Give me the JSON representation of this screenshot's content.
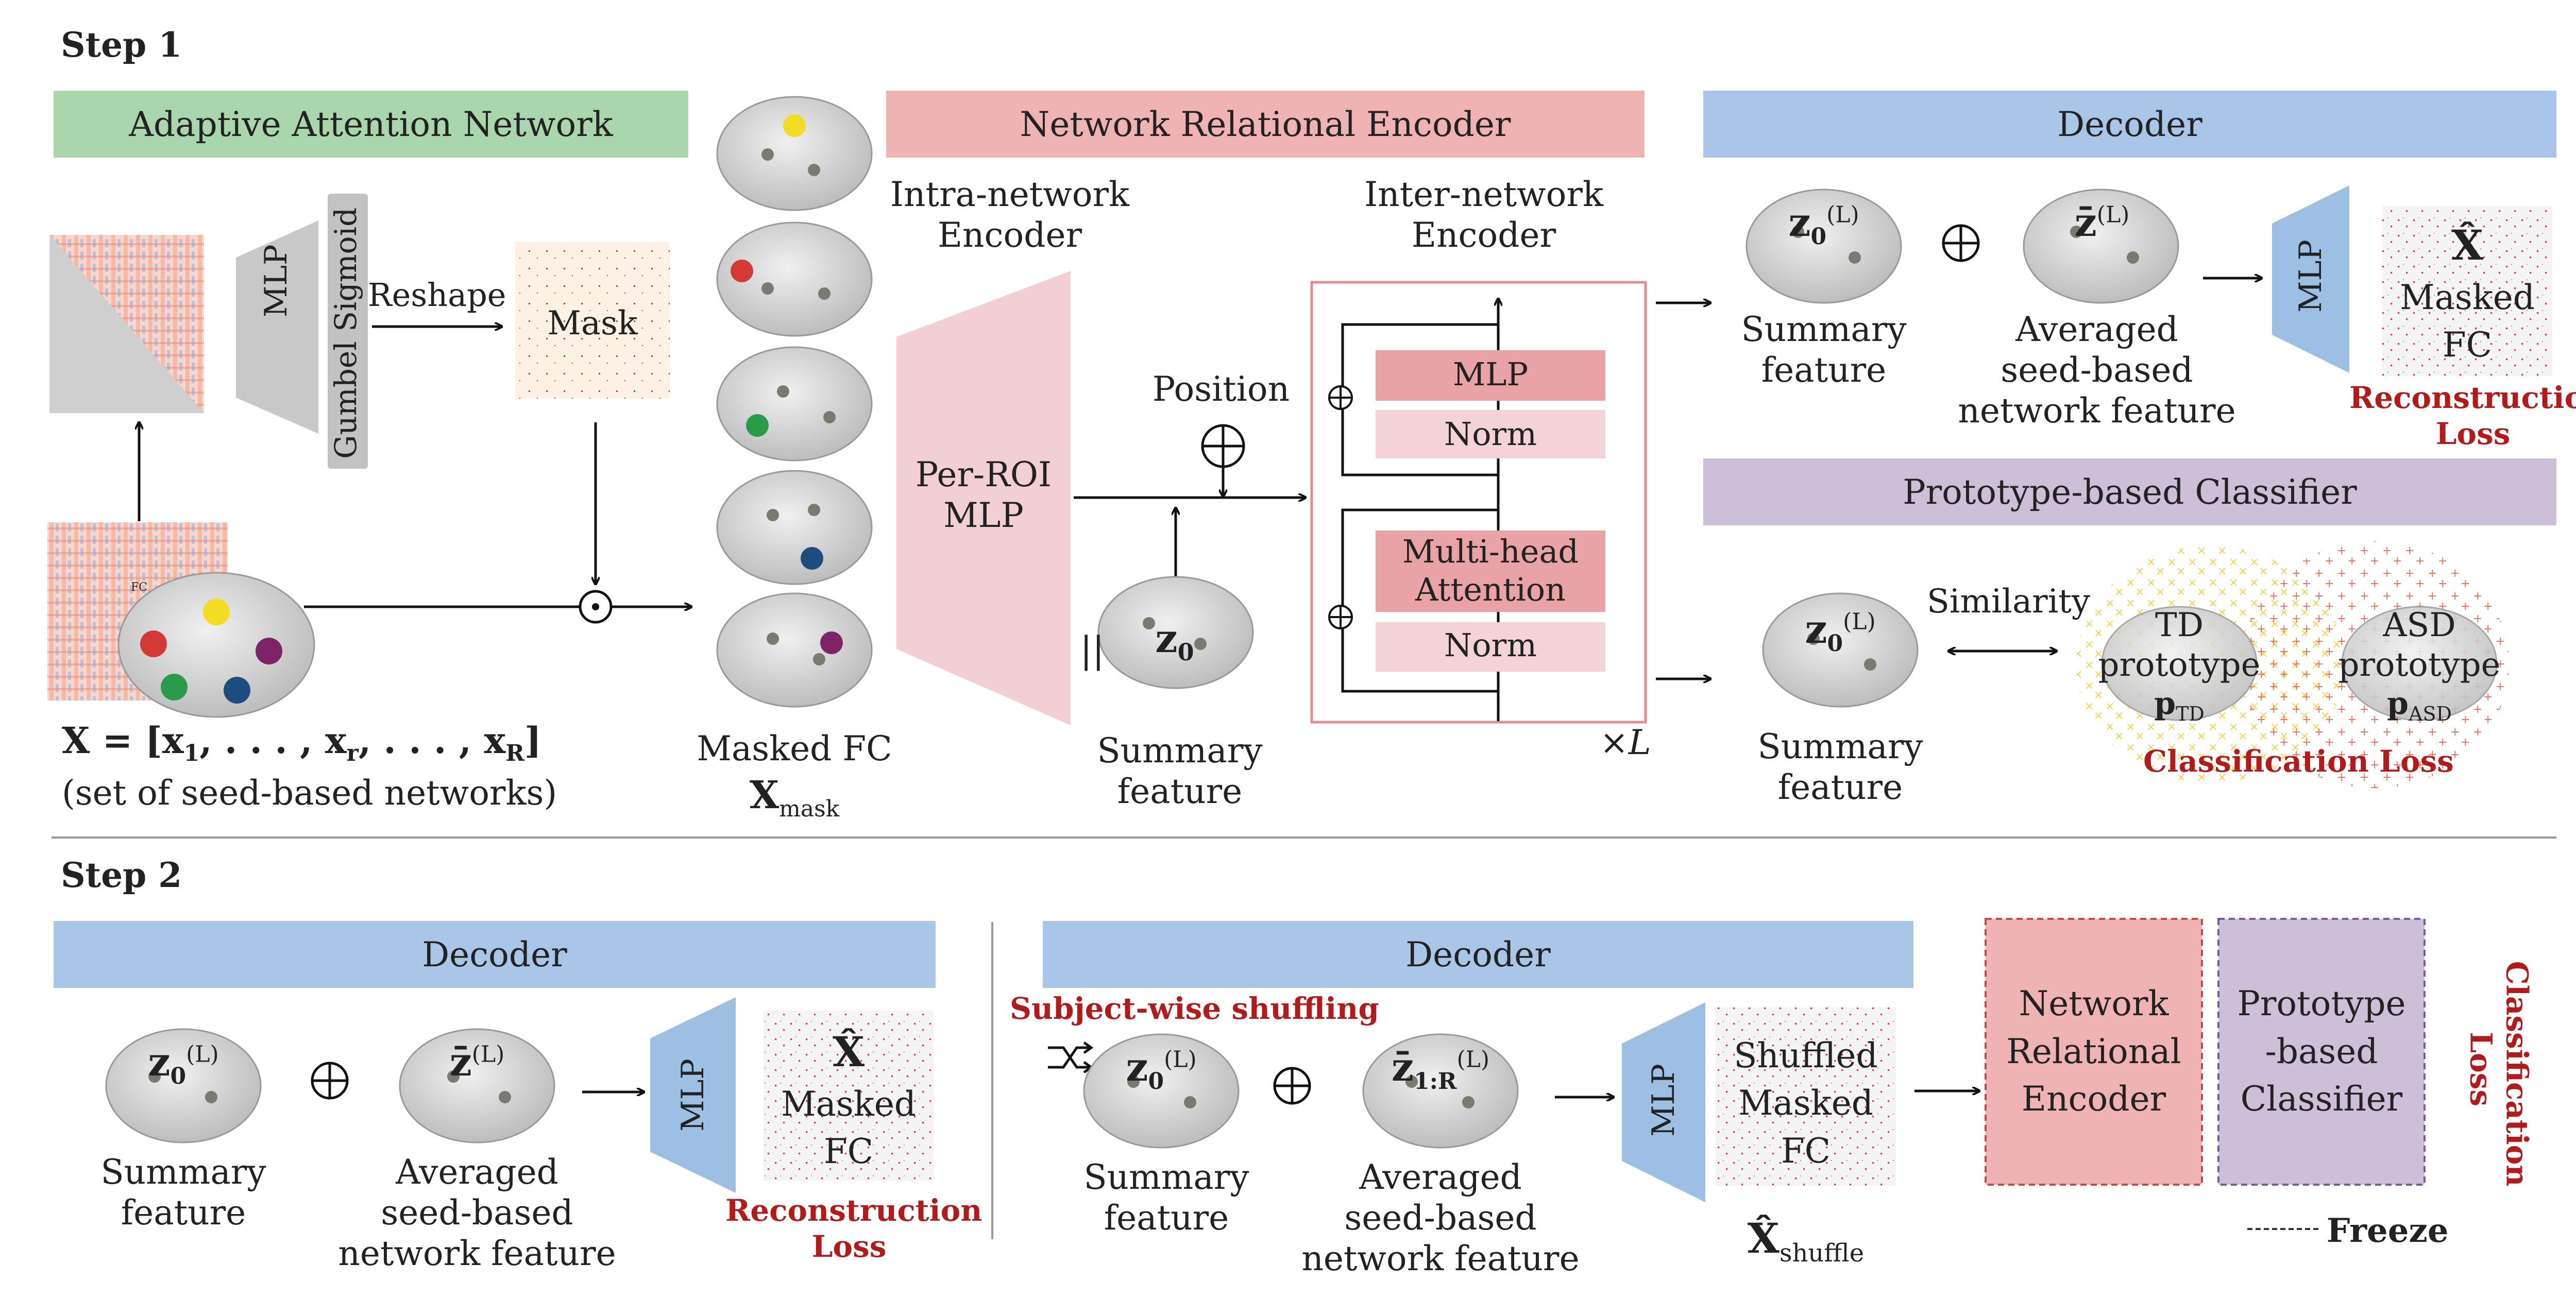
{
  "step1": {
    "label": "Step 1",
    "aan": "Adaptive Attention Network",
    "nre": "Network Relational Encoder",
    "decoder": "Decoder",
    "classifier": "Prototype-based Classifier",
    "mlp": "MLP",
    "gumbel": "Gumbel Sigmoid",
    "reshape": "Reshape",
    "mask": "Mask",
    "fc_small": "FC",
    "x_eq": "X = [x₁, . . . , xᵣ, . . . , x_R]",
    "x_eq_parts": {
      "a": "X = [x",
      "b": "1",
      "c": ", . . . , x",
      "d": "r",
      "e": ", . . . , x",
      "f": "R",
      "g": "]"
    },
    "x_caption": "(set of seed-based networks)",
    "masked_fc": "Masked FC",
    "x_mask": {
      "base": "X",
      "sub": "mask"
    },
    "intra_1": "Intra-network",
    "intra_2": "Encoder",
    "inter_1": "Inter-network",
    "inter_2": "Encoder",
    "per_roi_1": "Per-ROI",
    "per_roi_2": "MLP",
    "position": "Position",
    "concat": "||",
    "z0": {
      "base": "z",
      "sub": "0"
    },
    "summary_1": "Summary",
    "summary_2": "feature",
    "tf_mlp": "MLP",
    "tf_norm": "Norm",
    "tf_mha_1": "Multi-head",
    "tf_mha_2": "Attention",
    "times_l": "×L",
    "z0L": {
      "base": "z",
      "sub": "0",
      "sup": "(L)"
    },
    "zbarL": {
      "base": "z̄",
      "sup": "(L)"
    },
    "averaged_1": "Averaged",
    "averaged_2": "seed-based",
    "averaged_3": "network feature",
    "xhat": "X̂",
    "rec_masked": "Masked",
    "rec_fc": "FC",
    "recon_loss_1": "Reconstruction",
    "recon_loss_2": "Loss",
    "similarity": "Similarity",
    "td_1": "TD",
    "td_2": "prototype",
    "p_td": {
      "base": "p",
      "sub": "TD"
    },
    "asd_1": "ASD",
    "asd_2": "prototype",
    "p_asd": {
      "base": "p",
      "sub": "ASD"
    },
    "class_loss": "Classification Loss"
  },
  "step2": {
    "label": "Step 2",
    "decoder": "Decoder",
    "mlp": "MLP",
    "summary_1": "Summary",
    "summary_2": "feature",
    "averaged_1": "Averaged",
    "averaged_2": "seed-based",
    "averaged_3": "network feature",
    "xhat": "X̂",
    "rec_masked": "Masked",
    "rec_fc": "FC",
    "recon_loss_1": "Reconstruction",
    "recon_loss_2": "Loss",
    "shuffle_label": "Subject-wise shuffling",
    "z1R": {
      "base": "z̄",
      "sub": "1:R",
      "sup": "(L)"
    },
    "shuffled_1": "Shuffled",
    "shuffled_2": "Masked",
    "shuffled_3": "FC",
    "x_shuffle": {
      "base": "X̂",
      "sub": "shuffle"
    },
    "nre_box_1": "Network",
    "nre_box_2": "Relational",
    "nre_box_3": "Encoder",
    "cls_box_1": "Prototype",
    "cls_box_2": "-based",
    "cls_box_3": "Classifier",
    "class_loss_1": "Classification",
    "class_loss_2": "Loss",
    "freeze": "Freeze"
  },
  "colors": {
    "green": "#a9d6ad",
    "pink_band": "#efb3b3",
    "blue_band": "#a9c6e8",
    "purple_band": "#cdbfd8",
    "mlp_gray": "#c8c8c8",
    "mlp_blue": "#9cbfe3",
    "per_roi": "#f2cfd3",
    "tf_dark": "#e9a2a6",
    "tf_light": "#f3d3d5",
    "loss_red": "#b01c1c"
  }
}
